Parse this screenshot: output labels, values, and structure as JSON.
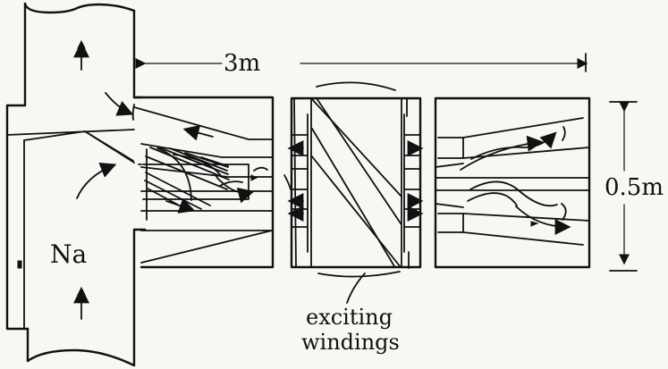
{
  "labels": {
    "length": "3m",
    "height": "0.5m",
    "fluid": "Na",
    "windings_line1": "exciting",
    "windings_line2": "windings"
  },
  "colors": {
    "ink": "#111111",
    "paper": "#f7f7f4"
  }
}
